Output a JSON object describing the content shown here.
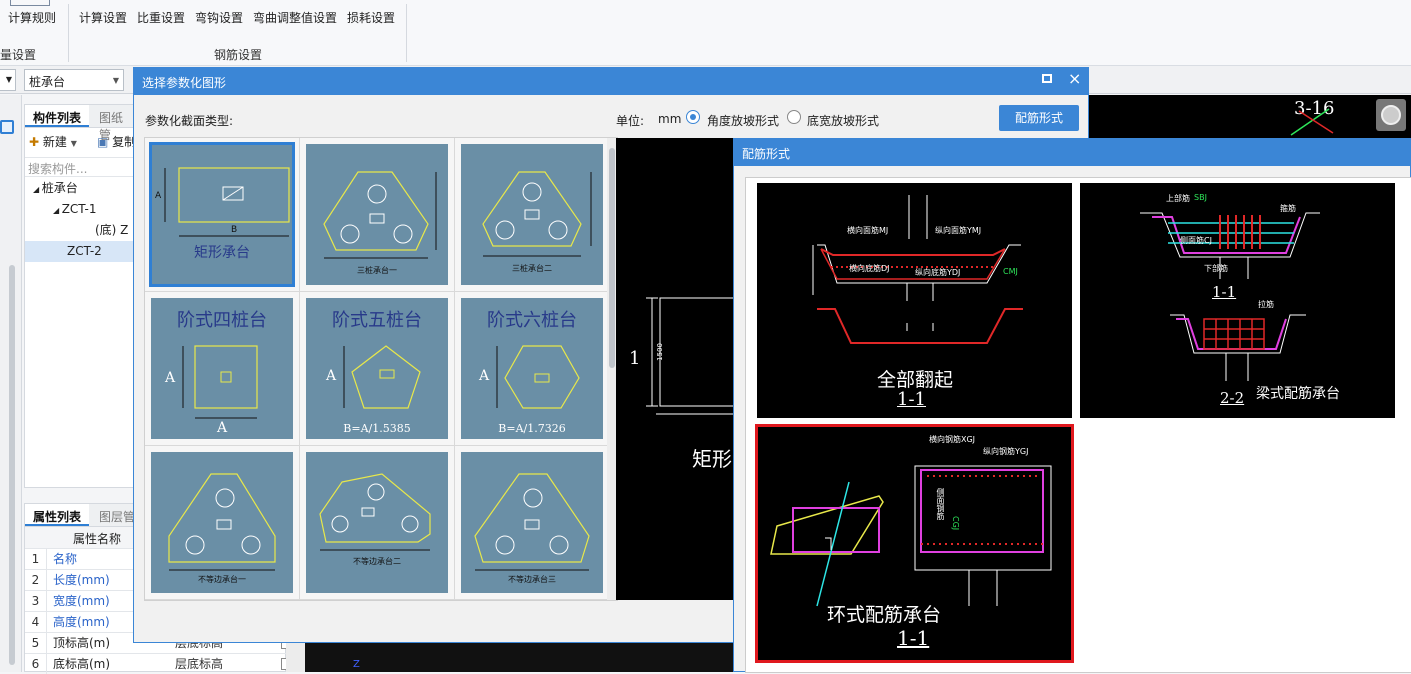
{
  "ribbon": {
    "left_btn": "计算规则",
    "left_group": "量设置",
    "items": [
      "计算设置",
      "比重设置",
      "弯钩设置",
      "弯曲调整值设置",
      "损耗设置"
    ],
    "group": "钢筋设置"
  },
  "toolbar": {
    "combo_value": "桩承台"
  },
  "left": {
    "tab_active": "构件列表",
    "tab_inactive": "图纸管",
    "new_label": "新建",
    "copy_label": "复制",
    "search_placeholder": "搜索构件...",
    "tree": [
      "桩承台",
      "ZCT-1",
      "(底) Z",
      "ZCT-2"
    ]
  },
  "props": {
    "tab_active": "属性列表",
    "tab_inactive": "图层管",
    "header": "属性名称",
    "rows": [
      {
        "n": "1",
        "k": "名称",
        "v": ""
      },
      {
        "n": "2",
        "k": "长度(mm)",
        "v": ""
      },
      {
        "n": "3",
        "k": "宽度(mm)",
        "v": ""
      },
      {
        "n": "4",
        "k": "高度(mm)",
        "v": ""
      },
      {
        "n": "5",
        "k": "顶标高(m)",
        "v": "层底标高"
      },
      {
        "n": "6",
        "k": "底标高(m)",
        "v": "层底标高"
      }
    ]
  },
  "dialog": {
    "title": "选择参数化图形",
    "section_label": "参数化截面类型:",
    "unit_label": "单位:",
    "unit_value": "mm",
    "radio1": "角度放坡形式",
    "radio2": "底宽放坡形式",
    "button": "配筋形式",
    "shapes": [
      {
        "label": "矩形承台",
        "selected": true
      },
      {
        "label": "三桩承台一"
      },
      {
        "label": "三桩承台二"
      },
      {
        "label": "阶式四桩台",
        "sub": "A"
      },
      {
        "label": "阶式五桩台",
        "sub": "B=A/1.5385"
      },
      {
        "label": "阶式六桩台",
        "sub": "B=A/1.7326"
      },
      {
        "label": "不等边承台一"
      },
      {
        "label": "不等边承台二"
      },
      {
        "label": "不等边承台三"
      }
    ],
    "preview": {
      "dim": "1500",
      "num": "1",
      "label": "矩形"
    }
  },
  "dialog2": {
    "title": "配筋形式",
    "options": [
      {
        "title": "全部翻起",
        "sub": "1-1",
        "notes": [
          "横向面筋MJ",
          "纵向面筋YMJ",
          "横向底筋DJ",
          "纵向底筋YDJ",
          "CMJ"
        ]
      },
      {
        "title": "梁式配筋承台",
        "sub1": "1-1",
        "sub2": "2-2",
        "notes": [
          "上部筋",
          "SBJ",
          "侧面筋CJ",
          "下部筋",
          "箍筋",
          "拉筋"
        ]
      },
      {
        "title": "环式配筋承台",
        "sub": "1-1",
        "selected": true,
        "notes": [
          "横向钢筋XGJ",
          "纵向钢筋YGJ",
          "侧面钢筋",
          "CGJ"
        ]
      }
    ]
  },
  "cad": {
    "label": "3-16"
  },
  "colors": {
    "accent": "#3b86d6",
    "thumb": "#6a8fa6",
    "cad_bg": "#000000",
    "select_red": "#e0181e"
  }
}
